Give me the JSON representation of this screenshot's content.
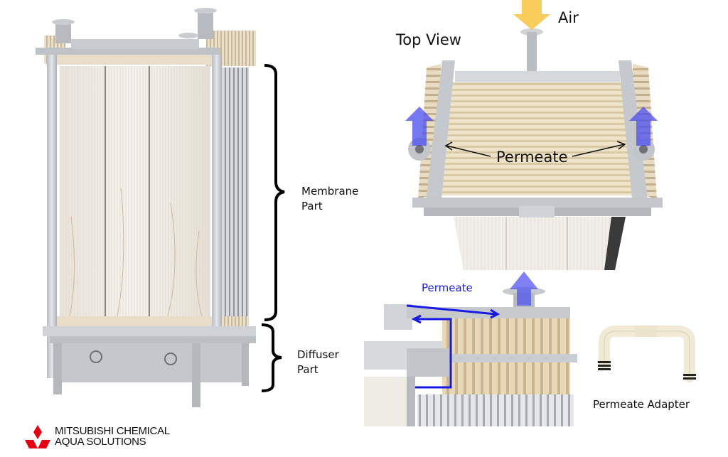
{
  "labels": {
    "air": "Air",
    "top_view": "Top View",
    "permeate_top": "Permeate",
    "permeate_side": "Permeate",
    "membrane_part_line1": "Membrane",
    "membrane_part_line2": "Part",
    "diffuser_part_line1": "Diffuser",
    "diffuser_part_line2": "Part",
    "permeate_adapter": "Permeate Adapter"
  },
  "logo": {
    "line1": "MITSUBISHI CHEMICAL",
    "line2": "AQUA SOLUTIONS"
  },
  "colors": {
    "air_arrow": "#f8c84a",
    "permeate_arrow": "#4a4cf0",
    "permeate_text": "#1a1ae6",
    "logo_red": "#e60012",
    "frame_steel": "#c9ccd0",
    "membrane_fiber": "#efebe4",
    "header_beige": "#e8dcc4"
  }
}
